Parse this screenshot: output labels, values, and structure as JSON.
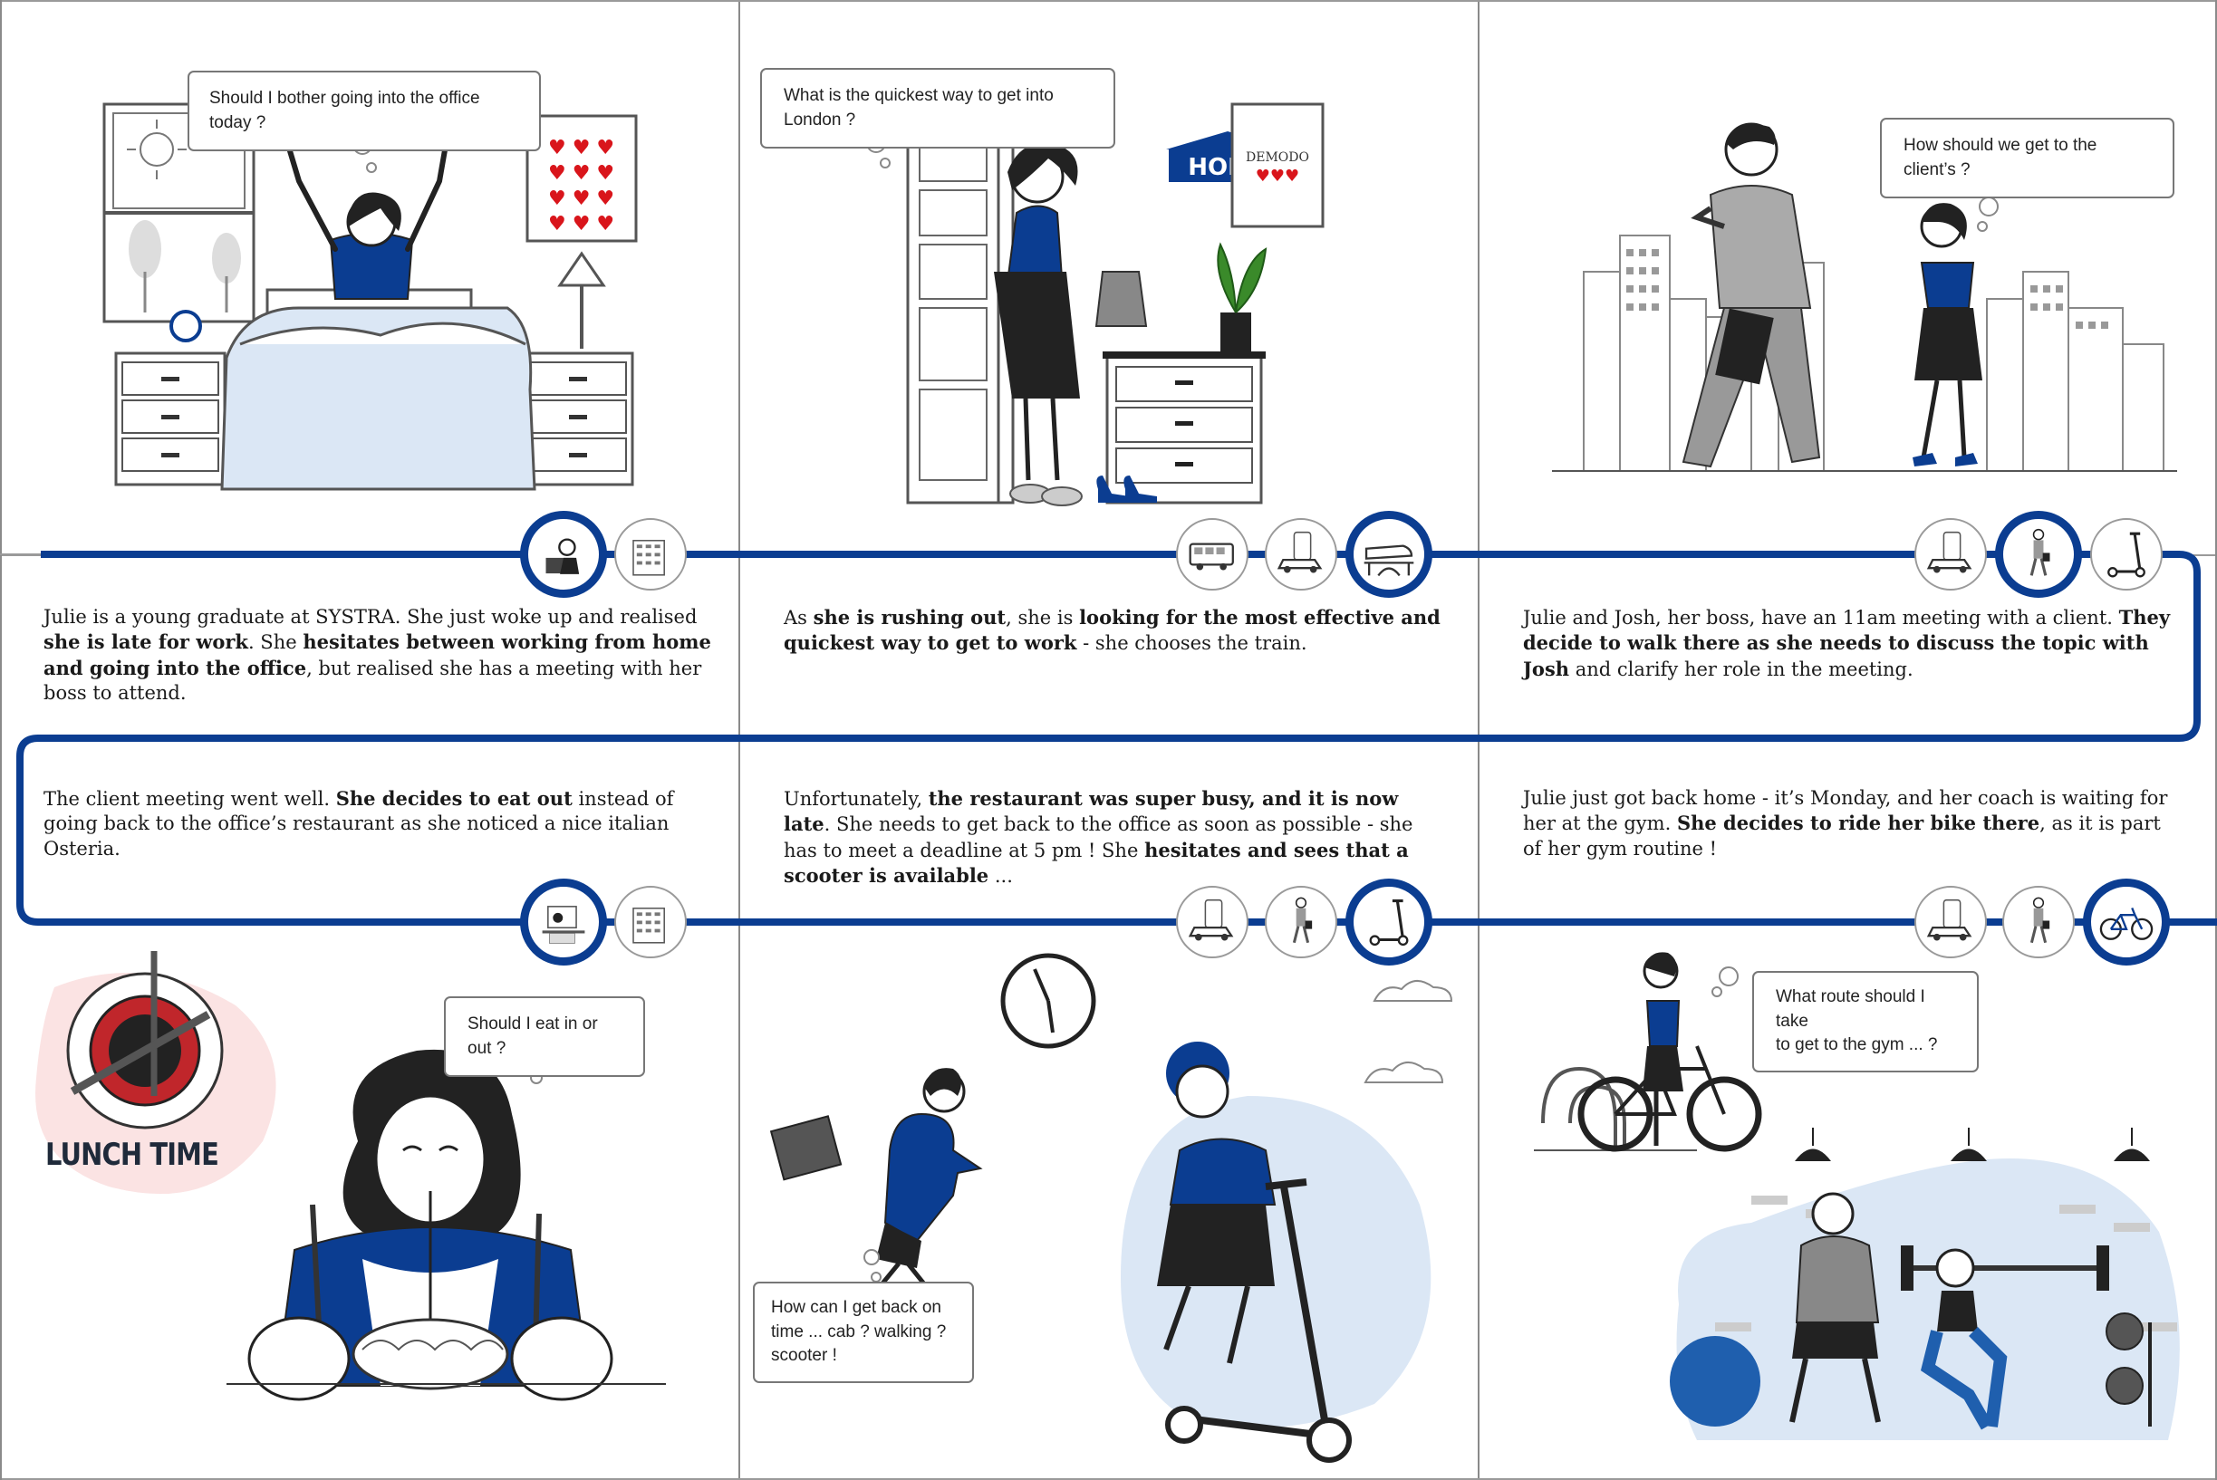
{
  "colors": {
    "accent": "#0b3d91",
    "ink": "#1f2a3a",
    "light_blue": "#dbe7f5",
    "grey": "#9a9a9a",
    "heart": "#d9151b"
  },
  "panels": [
    {
      "bubble": "Should I bother going into the office today ?",
      "story": [
        "Julie is a young graduate at SYSTRA. She just woke up and realised ",
        "she is late for work",
        ". She ",
        "hesitates between working from home and going into the office",
        ", but realised she has a meeting with her boss to attend."
      ],
      "signs": []
    },
    {
      "bubble": "What is the quickest way to get into London ?",
      "story": [
        "As ",
        "she is rushing out",
        ", she is ",
        "looking for the most effective and quickest way to get to work",
        " - she chooses the train."
      ],
      "signs": [
        "HOME",
        "DEMODO"
      ]
    },
    {
      "bubble": "How should we get to the client’s ?",
      "story": [
        "Julie and Josh, her boss, have an 11am meeting with a client. ",
        "They decide to walk there as she needs to discuss the topic with Josh",
        " and clarify her role in the meeting."
      ],
      "signs": []
    },
    {
      "bubble": "Should I eat in or out ?",
      "story": [
        "The client meeting went well. ",
        "She decides to eat out",
        " instead of going back to the office’s restaurant as she noticed a nice italian Osteria."
      ],
      "signs": [
        "LUNCH TIME"
      ]
    },
    {
      "bubble": "How can I get back on\ntime ... cab ? walking ?\nscooter !",
      "story": [
        "Unfortunately, ",
        "the restaurant was super busy, and it is now late",
        ". She needs to get back to the office as soon as possible - she has to meet a deadline at 5 pm ! She ",
        "hesitates and sees that a scooter is available",
        " ..."
      ],
      "signs": []
    },
    {
      "bubble": "What route should I take\nto get to the gym ... ?",
      "story": [
        "Julie just got back home - it’s Monday, and her coach is waiting for her at the gym. ",
        "She decides to ride her bike there",
        ", as it is part of her gym routine !"
      ],
      "signs": []
    }
  ],
  "icons": [
    {
      "panel": 0,
      "items": [
        {
          "icon": "home-office-icon",
          "selected": true
        },
        {
          "icon": "office-building-icon",
          "selected": false
        }
      ]
    },
    {
      "panel": 1,
      "items": [
        {
          "icon": "bus-icon",
          "selected": false
        },
        {
          "icon": "taxi-app-icon",
          "selected": false
        },
        {
          "icon": "train-icon",
          "selected": true
        }
      ]
    },
    {
      "panel": 2,
      "items": [
        {
          "icon": "taxi-app-icon",
          "selected": false
        },
        {
          "icon": "walking-icon",
          "selected": true
        },
        {
          "icon": "scooter-icon",
          "selected": false
        }
      ]
    },
    {
      "panel": 3,
      "items": [
        {
          "icon": "restaurant-icon",
          "selected": true
        },
        {
          "icon": "office-building-icon",
          "selected": false
        }
      ]
    },
    {
      "panel": 4,
      "items": [
        {
          "icon": "taxi-app-icon",
          "selected": false
        },
        {
          "icon": "walking-icon",
          "selected": false
        },
        {
          "icon": "scooter-icon",
          "selected": true
        }
      ]
    },
    {
      "panel": 5,
      "items": [
        {
          "icon": "taxi-app-icon",
          "selected": false
        },
        {
          "icon": "walking-icon",
          "selected": false
        },
        {
          "icon": "bicycle-icon",
          "selected": true
        }
      ]
    }
  ]
}
